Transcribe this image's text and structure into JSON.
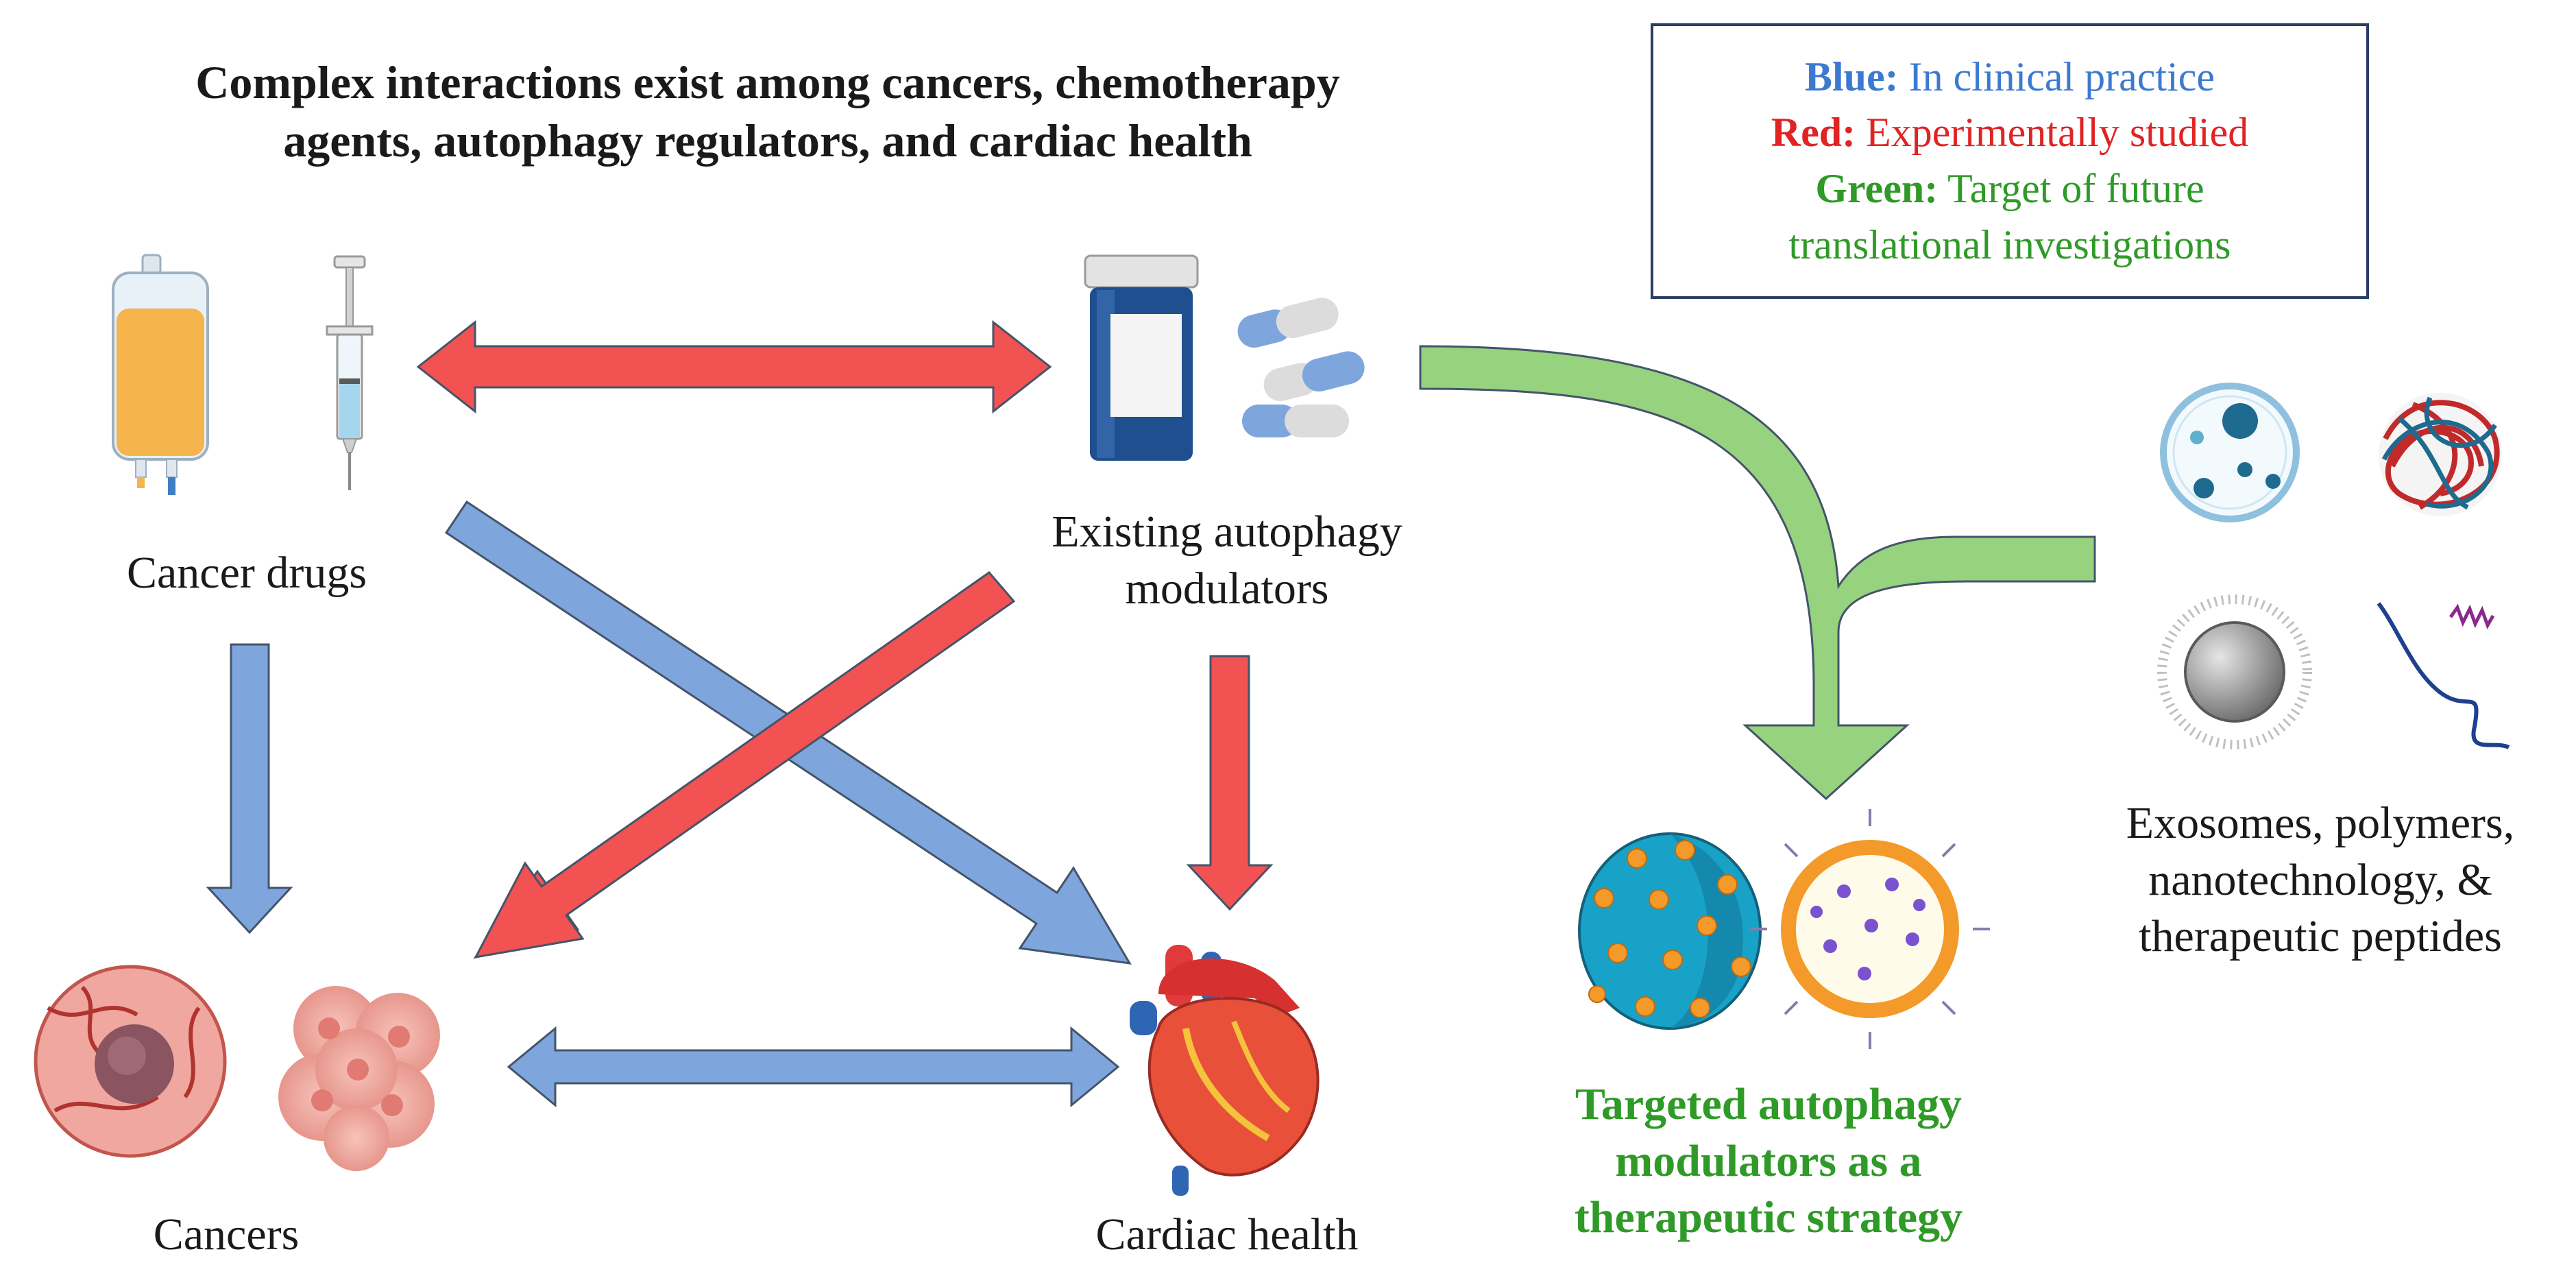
{
  "title": {
    "line1": "Complex interactions exist among cancers, chemotherapy",
    "line2": "agents, autophagy regulators, and cardiac health"
  },
  "legend": {
    "blue_key": "Blue:",
    "blue_text": " In clinical practice",
    "red_key": "Red:",
    "red_text": " Experimentally studied",
    "green_key": "Green:",
    "green_text": " Target of future",
    "green_text2": "translational investigations",
    "colors": {
      "blue": "#3c7ad0",
      "red": "#e02424",
      "green": "#2f9a27"
    }
  },
  "nodes": {
    "cancer_drugs": "Cancer drugs",
    "existing_modulators_l1": "Existing autophagy",
    "existing_modulators_l2": "modulators",
    "cancers": "Cancers",
    "cardiac_health": "Cardiac health",
    "delivery_l1": "Exosomes, polymers,",
    "delivery_l2": "nanotechnology, &",
    "delivery_l3": "therapeutic peptides",
    "targeted_l1": "Targeted autophagy",
    "targeted_l2": "modulators as a",
    "targeted_l3": "therapeutic strategy"
  },
  "arrow_colors": {
    "blue": "#7ea6dc",
    "red": "#f25252",
    "green": "#97d27e",
    "outline": "#44546a"
  }
}
